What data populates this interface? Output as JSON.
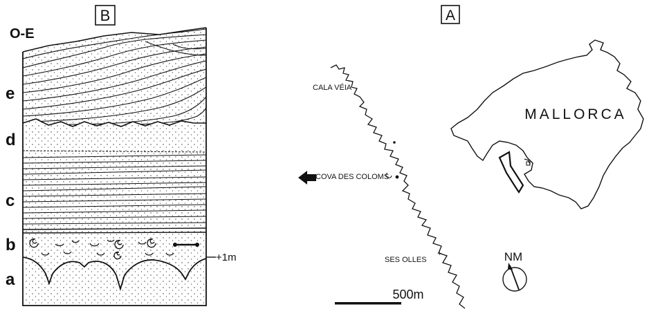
{
  "panel_b": {
    "tag": "B",
    "orientation": "O-E",
    "layers": [
      "e",
      "d",
      "c",
      "b",
      "a"
    ],
    "height_marker": "+1m"
  },
  "panel_a": {
    "tag": "A",
    "island_label": "MALLORCA",
    "places": {
      "cala_veia": "CALA VÉIA",
      "cova_des_coloms": "COVA DES COLOMS",
      "ses_olles": "SES OLLES"
    },
    "north_label": "NM",
    "scale_label": "500m"
  }
}
